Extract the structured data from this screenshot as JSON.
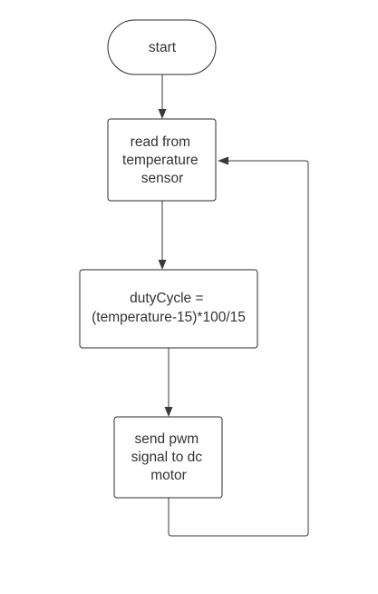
{
  "diagram": {
    "nodes": {
      "start": {
        "text": "start"
      },
      "read_sensor": {
        "lines": [
          "read from",
          "temperature",
          "sensor"
        ]
      },
      "duty_cycle": {
        "lines": [
          "dutyCycle =",
          "(temperature-15)*100/15"
        ]
      },
      "send_pwm": {
        "lines": [
          "send pwm",
          "signal to dc",
          "motor"
        ]
      }
    },
    "colors": {
      "stroke": "#2b2b2b",
      "arrow": "#3a3a3a",
      "text": "#333333",
      "background": "#ffffff"
    }
  }
}
